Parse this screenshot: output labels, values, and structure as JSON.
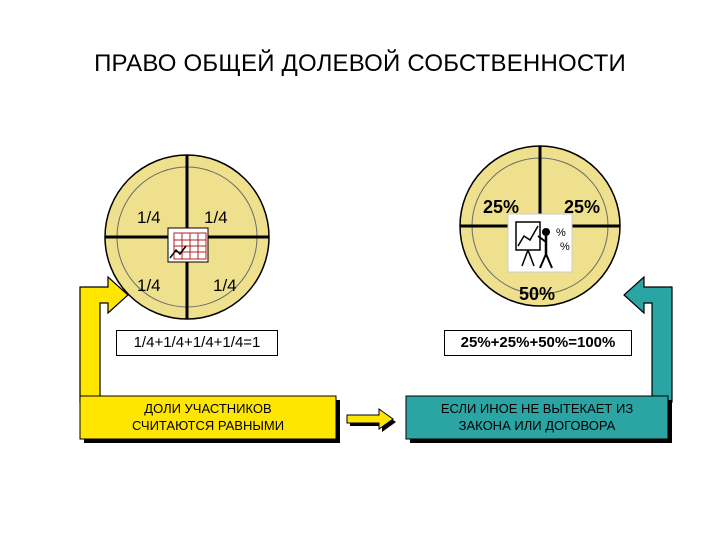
{
  "title": "ПРАВО ОБЩЕЙ ДОЛЕВОЙ СОБСТВЕННОСТИ",
  "left_circle": {
    "quarters": [
      "1/4",
      "1/4",
      "1/4",
      "1/4"
    ],
    "formula": "1/4+1/4+1/4+1/4=1",
    "fill_color": "#EEE08C",
    "icon": "spreadsheet-icon"
  },
  "right_circle": {
    "top_left": "25%",
    "top_right": "25%",
    "bottom": "50%",
    "formula": "25%+25%+50%=100%",
    "fill_color": "#EEE08C",
    "icon": "chart-board-icon"
  },
  "yellow_box": {
    "line1": "ДОЛИ УЧАСТНИКОВ",
    "line2": "СЧИТАЮТСЯ РАВНЫМИ",
    "color": "#FFE600"
  },
  "teal_box": {
    "line1": "ЕСЛИ ИНОЕ НЕ ВЫТЕКАЕТ ИЗ",
    "line2": "ЗАКОНА ИЛИ ДОГОВОРА",
    "color": "#2AA5A3"
  }
}
